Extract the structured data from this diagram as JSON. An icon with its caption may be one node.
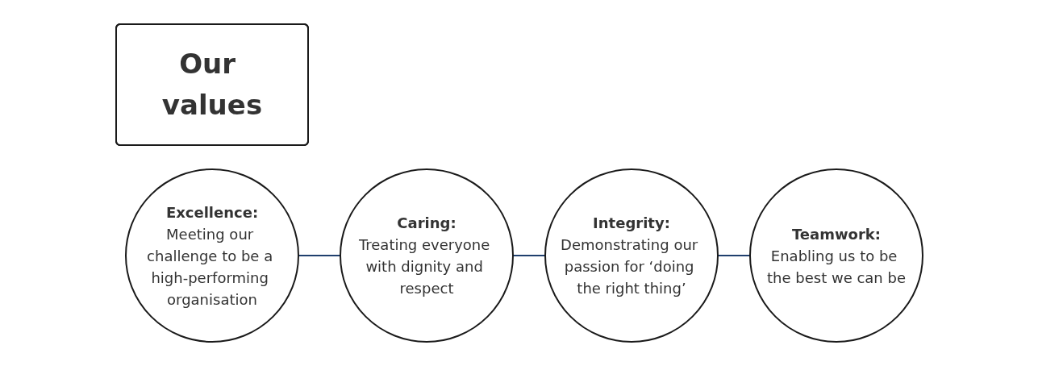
{
  "diagram": {
    "nodes": [
      {
        "text": [
          "Our values"
        ]
      },
      {
        "text": [
          "Excellence:",
          "Meeting our challenge to be a high-performing organisation"
        ]
      },
      {
        "text": [
          "Caring:",
          "Treating everyone with dignity and respect"
        ]
      },
      {
        "text": [
          "Integrity:",
          "Demonstrating our passion for ‘doing the right thing’"
        ]
      },
      {
        "text": [
          "Teamwork:",
          "Enabling us to be the best we can be"
        ]
      }
    ],
    "edges": [
      {
        "from": 1,
        "to": 2,
        "arrow": "none"
      },
      {
        "from": 2,
        "to": 3,
        "arrow": "none"
      },
      {
        "from": 3,
        "to": 4,
        "arrow": "none"
      }
    ]
  }
}
